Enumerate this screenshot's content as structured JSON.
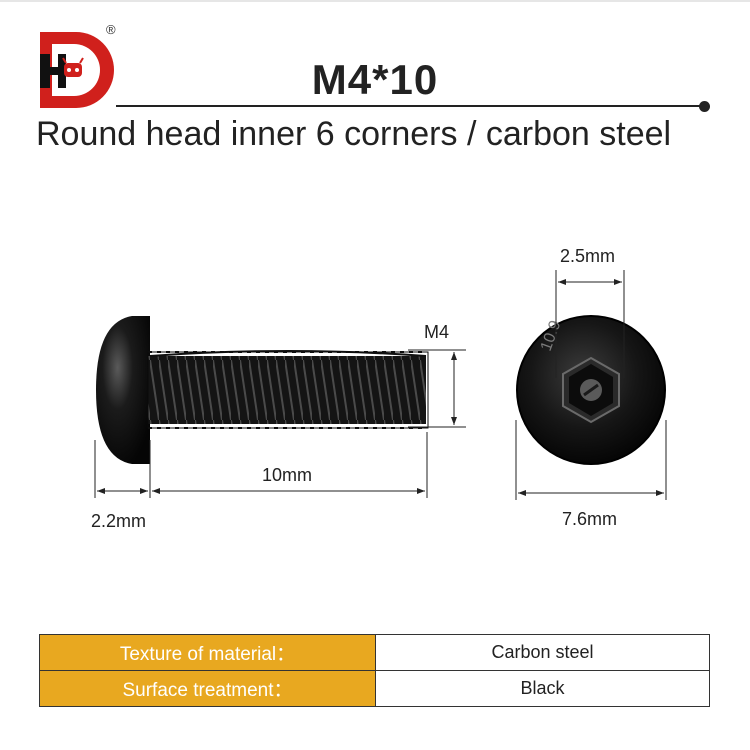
{
  "brand": {
    "registered_mark": "®"
  },
  "header": {
    "title": "M4*10",
    "subtitle": "Round head inner 6 corners / carbon steel"
  },
  "dimensions": {
    "thread_label": "M4",
    "length_label": "10mm",
    "head_height_label": "2.2mm",
    "socket_label": "2.5mm",
    "head_diameter_label": "7.6mm"
  },
  "head_marking": "10.9",
  "specs": [
    {
      "label": "Texture of material：",
      "value": "Carbon steel"
    },
    {
      "label": "Surface treatment：",
      "value": "Black"
    }
  ],
  "colors": {
    "brand_red": "#d0201c",
    "label_gold": "#e8a820",
    "screw_black": "#111111"
  }
}
